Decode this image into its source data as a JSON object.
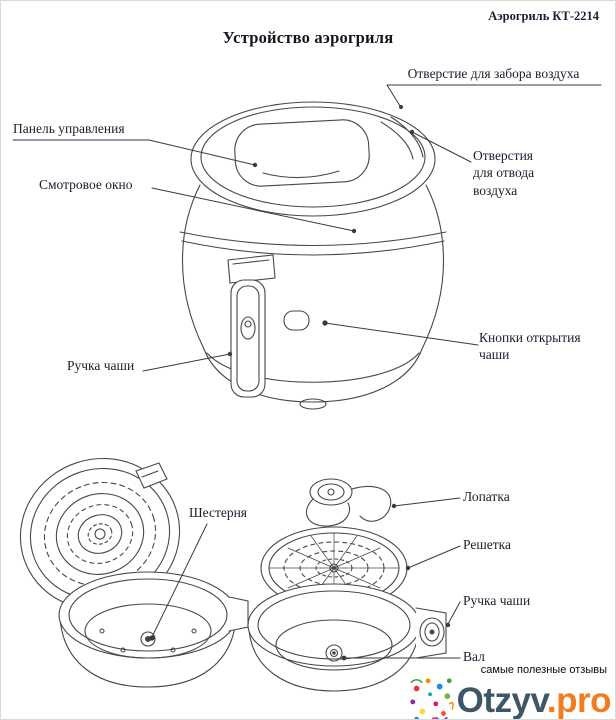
{
  "header": {
    "model": "Аэрогриль КТ-2214",
    "title": "Устройство аэрогриля"
  },
  "callouts": {
    "air_intake": "Отверстие для забора воздуха",
    "control_panel": "Панель управления",
    "viewing_window": "Смотровое окно",
    "air_outlet": "Отверстия\nдля отвода\nвоздуха",
    "open_buttons": "Кнопки открытия\nчаши",
    "bowl_handle_main": "Ручка чаши",
    "gear": "Шестерня",
    "paddle": "Лопатка",
    "grate": "Решетка",
    "bowl_handle_parts": "Ручка чаши",
    "shaft": "Вал"
  },
  "watermark": {
    "tagline": "самые полезные отзывы",
    "brand": "Otzyv",
    "brand_suffix": ".pro",
    "brand_color": "#3d5766",
    "suffix_color": "#f47c20",
    "confetti_colors": [
      "#e53935",
      "#fb8c00",
      "#1e88e5",
      "#43a047",
      "#8e24aa",
      "#fdd835",
      "#d81b60",
      "#7cb342",
      "#f4511e",
      "#00acc1"
    ]
  }
}
